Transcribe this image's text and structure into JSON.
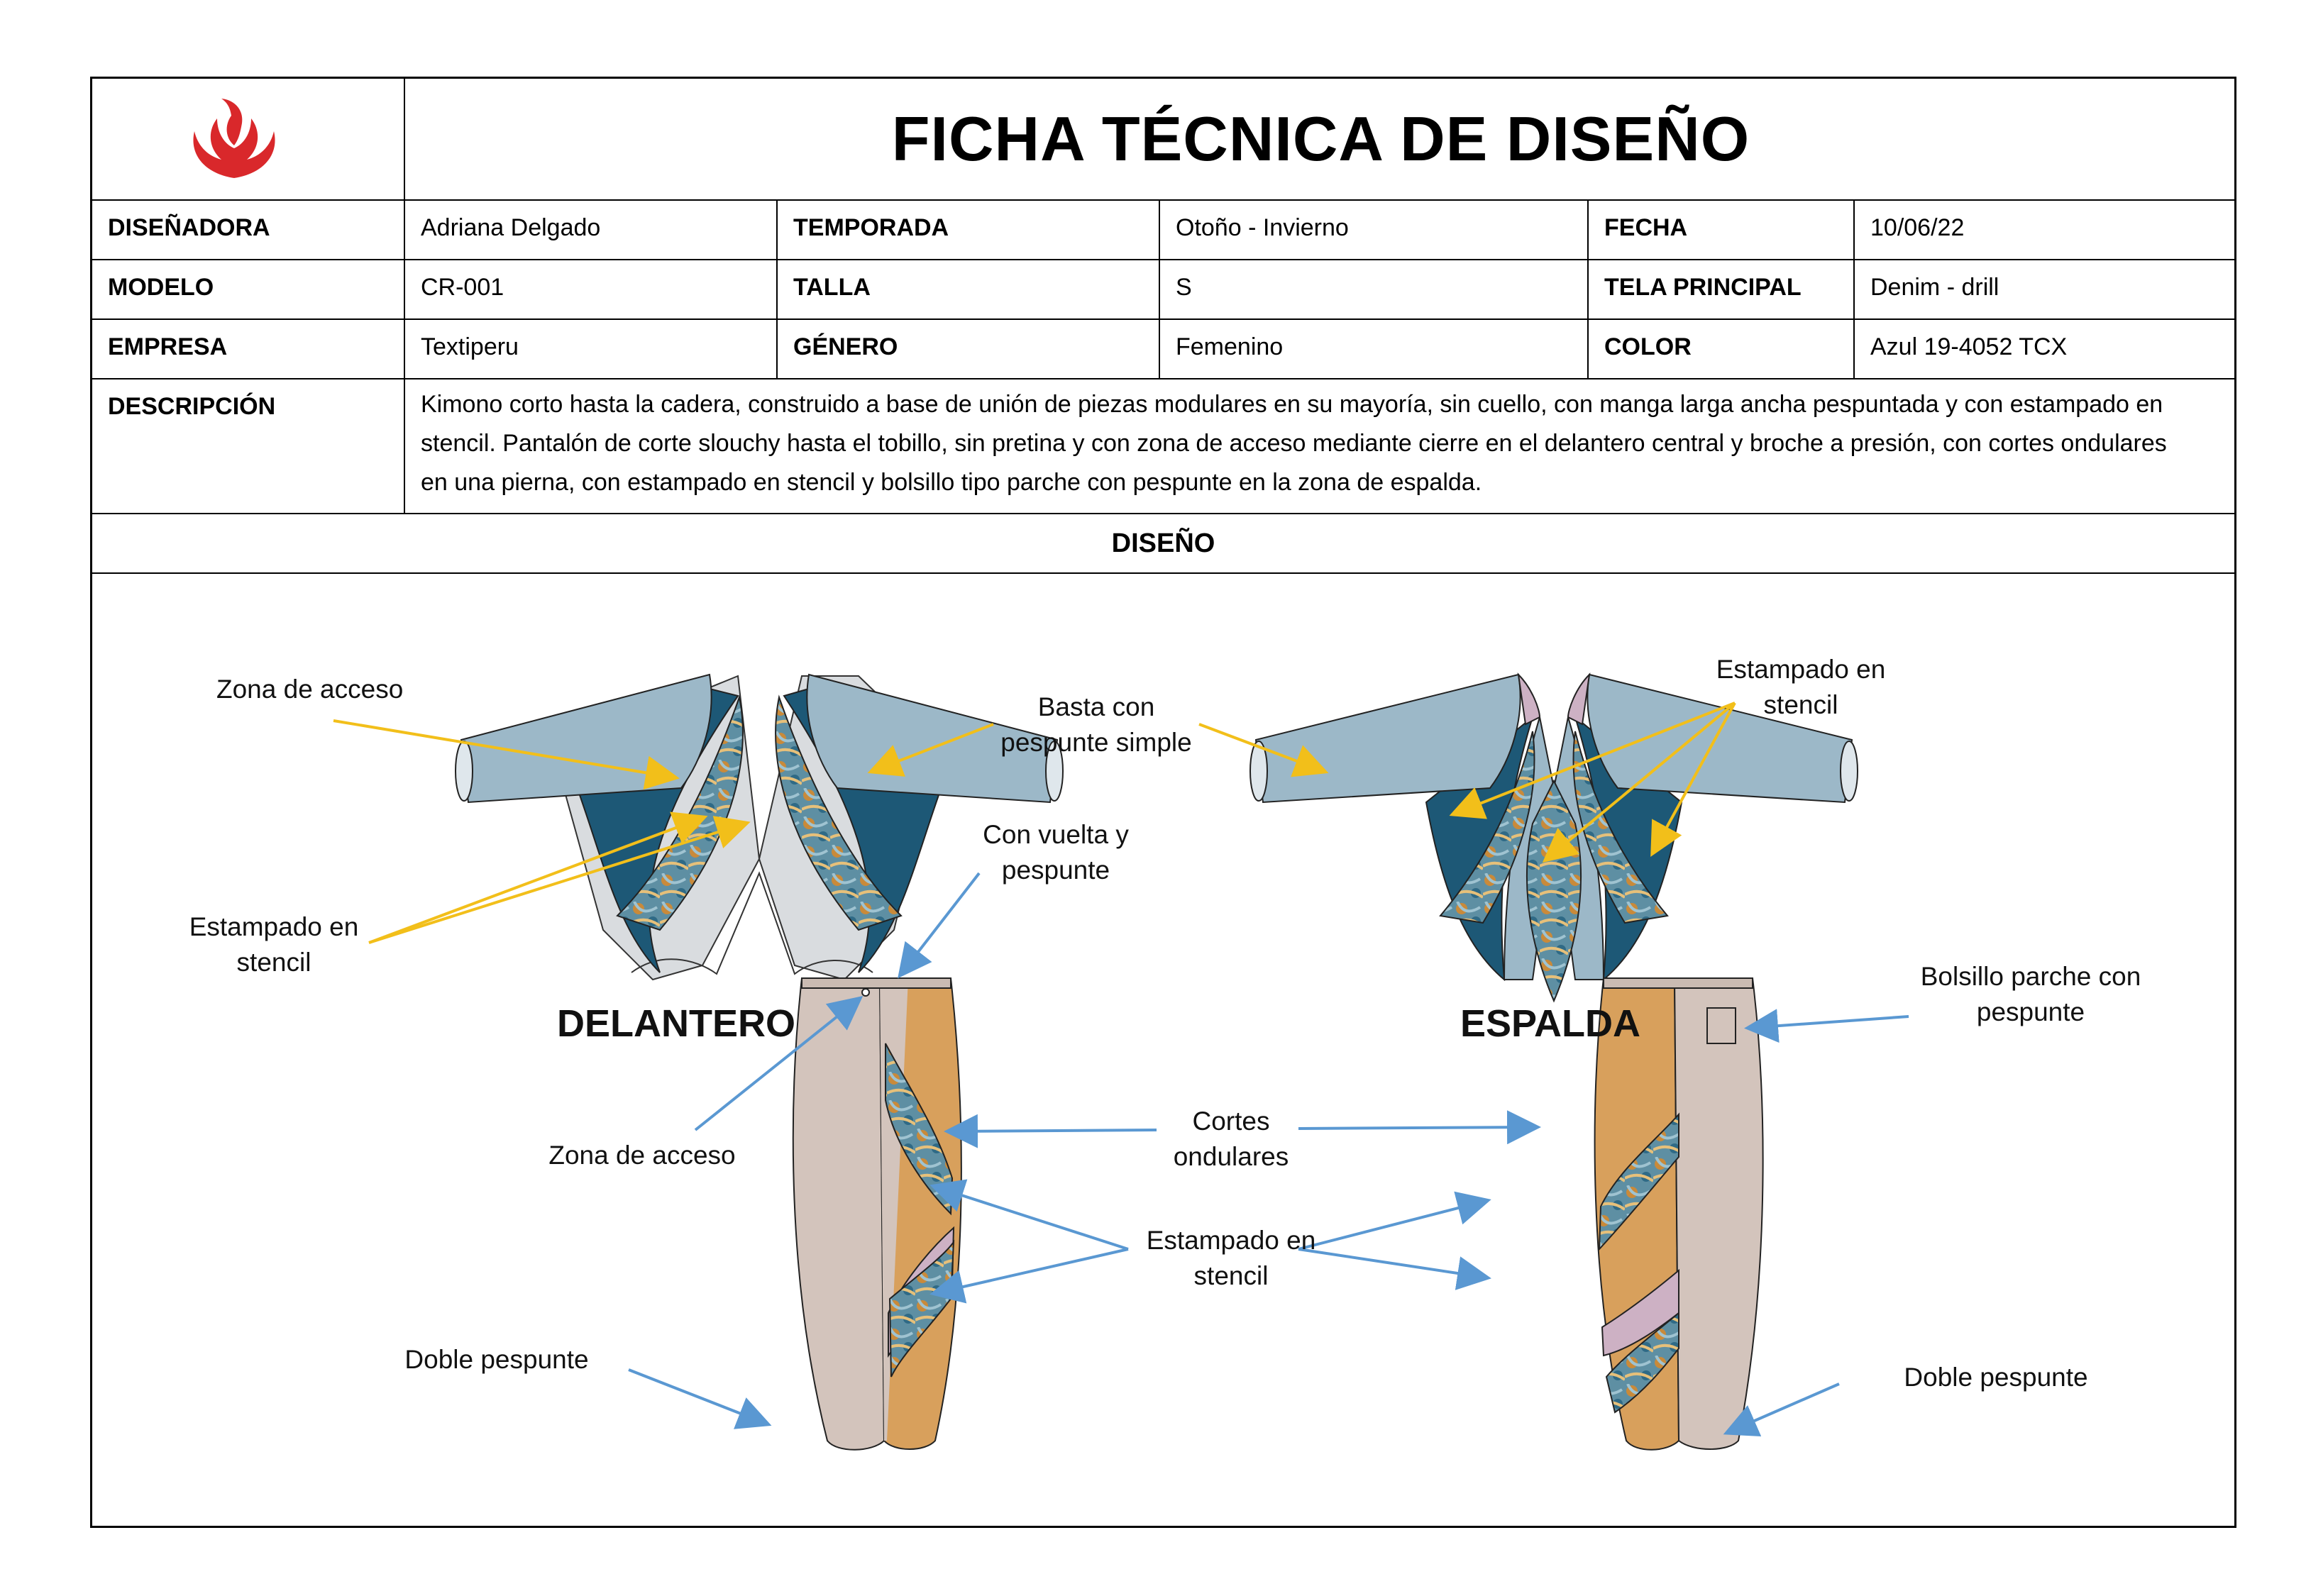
{
  "header": {
    "title": "FICHA TÉCNICA DE DISEÑO",
    "logo_icon": "flame-logo-icon",
    "accent_color": "#d9282b"
  },
  "info_rows": [
    [
      {
        "label": "DISEÑADORA",
        "value": "Adriana Delgado"
      },
      {
        "label": "TEMPORADA",
        "value": "Otoño - Invierno"
      },
      {
        "label": "FECHA",
        "value": "10/06/22"
      }
    ],
    [
      {
        "label": "MODELO",
        "value": "CR-001"
      },
      {
        "label": "TALLA",
        "value": "S"
      },
      {
        "label": "TELA PRINCIPAL",
        "value": "Denim - drill"
      }
    ],
    [
      {
        "label": "EMPRESA",
        "value": "Textiperu"
      },
      {
        "label": "GÉNERO",
        "value": "Femenino"
      },
      {
        "label": "COLOR",
        "value": "Azul 19-4052 TCX"
      }
    ]
  ],
  "description": {
    "label": "DESCRIPCIÓN",
    "lines": [
      "Kimono corto hasta la cadera, construido a base de unión de piezas modulares en su mayoría, sin cuello, con manga larga ancha pespuntada y con estampado en",
      "stencil. Pantalón de corte slouchy hasta el tobillo, sin pretina y con zona de acceso mediante cierre  en el delantero central y broche a presión, con cortes ondulares",
      "en una pierna, con estampado en stencil y bolsillo tipo parche con pespunte en la zona de espalda."
    ]
  },
  "design": {
    "section_title": "DISEÑO",
    "front_label": "DELANTERO",
    "back_label": "ESPALDA",
    "annotations": {
      "zona_acceso_top": "Zona de acceso",
      "basta": [
        "Basta con",
        "pespunte simple"
      ],
      "estampado_left": [
        "Estampado en",
        "stencil"
      ],
      "estampado_top_right": [
        "Estampado en",
        "stencil"
      ],
      "con_vuelta": [
        "Con vuelta y",
        "pespunte"
      ],
      "bolsillo": [
        "Bolsillo parche con",
        "pespunte"
      ],
      "zona_acceso_pant": "Zona de acceso",
      "cortes": [
        "Cortes",
        "ondulares"
      ],
      "estampado_mid": [
        "Estampado en",
        "stencil"
      ],
      "doble_left": "Doble pespunte",
      "doble_right": "Doble pespunte"
    },
    "colors": {
      "sleeve_light": "#9cb8c8",
      "panel_dark": "#1d5876",
      "panel_grey": "#d9dcdf",
      "pant_beige": "#d3c4bc",
      "pant_orange": "#d8a05c",
      "pant_lilac": "#cdb1c4",
      "arrow_yellow": "#f2bf1a",
      "arrow_blue": "#5a98d2"
    }
  }
}
